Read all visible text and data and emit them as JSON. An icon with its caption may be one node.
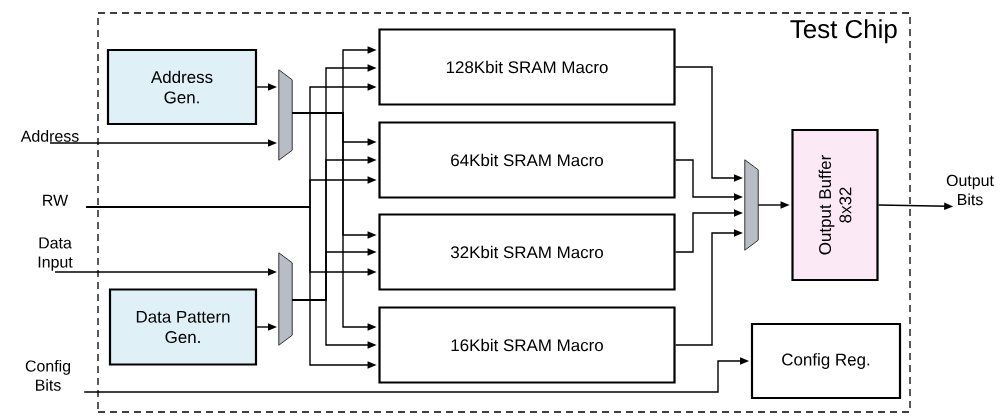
{
  "diagram": {
    "nodes": [
      {
        "text": [
          "Test Chip"
        ]
      },
      {
        "text": [
          "Address Gen."
        ],
        "in": 0
      },
      {
        "text": [
          "Data Pattern Gen."
        ],
        "in": 0
      },
      {
        "text": [
          "128Kbit SRAM Macro"
        ],
        "in": 0
      },
      {
        "text": [
          "64Kbit SRAM Macro"
        ],
        "in": 0
      },
      {
        "text": [
          "32Kbit SRAM Macro"
        ],
        "in": 0
      },
      {
        "text": [
          "16Kbit SRAM Macro"
        ],
        "in": 0
      },
      {
        "text": [
          "Output Buffer 8x32"
        ],
        "in": 0
      },
      {
        "text": [
          "Config Reg."
        ],
        "in": 0
      },
      {
        "text": [],
        "shape": "trapezoid",
        "in": 0
      },
      {
        "text": [],
        "shape": "trapezoid",
        "in": 0
      },
      {
        "text": [],
        "shape": "trapezoid",
        "in": 0
      },
      {
        "text": [
          "Address"
        ]
      },
      {
        "text": [
          "RW"
        ]
      },
      {
        "text": [
          "Data Input"
        ]
      },
      {
        "text": [
          "Config Bits"
        ]
      },
      {
        "text": [
          "Output Bits"
        ]
      }
    ],
    "edges": [
      {
        "from": 1,
        "to": 9,
        "arrow": "to"
      },
      {
        "from": 12,
        "to": 9,
        "arrow": "to"
      },
      {
        "from": 2,
        "to": 10,
        "arrow": "to"
      },
      {
        "from": 14,
        "to": 10,
        "arrow": "to"
      },
      {
        "from": 9,
        "to": 3,
        "arrow": "to"
      },
      {
        "from": 9,
        "to": 4,
        "arrow": "to"
      },
      {
        "from": 9,
        "to": 5,
        "arrow": "to"
      },
      {
        "from": 9,
        "to": 6,
        "arrow": "to"
      },
      {
        "from": 13,
        "to": 3,
        "arrow": "to"
      },
      {
        "from": 13,
        "to": 4,
        "arrow": "to"
      },
      {
        "from": 13,
        "to": 5,
        "arrow": "to"
      },
      {
        "from": 13,
        "to": 6,
        "arrow": "to"
      },
      {
        "from": 10,
        "to": 3,
        "arrow": "to"
      },
      {
        "from": 10,
        "to": 4,
        "arrow": "to"
      },
      {
        "from": 10,
        "to": 5,
        "arrow": "to"
      },
      {
        "from": 10,
        "to": 6,
        "arrow": "to"
      },
      {
        "from": 3,
        "to": 11,
        "arrow": "to"
      },
      {
        "from": 4,
        "to": 11,
        "arrow": "to"
      },
      {
        "from": 5,
        "to": 11,
        "arrow": "to"
      },
      {
        "from": 6,
        "to": 11,
        "arrow": "to"
      },
      {
        "from": 11,
        "to": 7,
        "arrow": "to"
      },
      {
        "from": 7,
        "to": 16,
        "arrow": "to"
      },
      {
        "from": 15,
        "to": 8,
        "arrow": "to"
      }
    ]
  }
}
